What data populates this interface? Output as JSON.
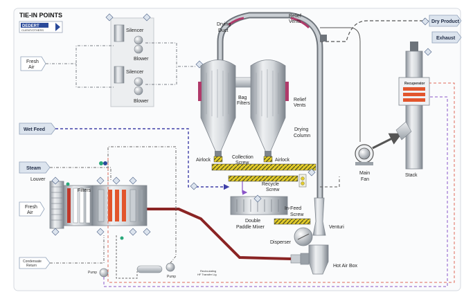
{
  "header": {
    "title": "TIE-IN POINTS",
    "logo_text": "DEDERT",
    "logo_sub": "CLIENT/OTHERS"
  },
  "labels": {
    "dry_product": "Dry Product",
    "exhaust": "Exhaust",
    "fresh_air_top": [
      "Fresh",
      "Air"
    ],
    "fresh_air_bottom": [
      "Fresh",
      "Air"
    ],
    "silencer_1": "Silencer",
    "silencer_2": "Silencer",
    "blower_1": "Blower",
    "blower_2": "Blower",
    "drying_duct": [
      "Drying",
      "Duct"
    ],
    "relief_vents_top": [
      "Relief",
      "Vents"
    ],
    "relief_vents_side": [
      "Relief",
      "Vents"
    ],
    "bag_filters": [
      "Bag",
      "Filters"
    ],
    "drying_column": [
      "Drying",
      "Column"
    ],
    "wet_feed": "Wet Feed",
    "steam": "Steam",
    "louver": "Louver",
    "filters": "Filters",
    "airlock_left": "Airlock",
    "airlock_right": "Airlock",
    "collection_screw": [
      "Collection",
      "Screw"
    ],
    "recycle_screw": [
      "Recycle",
      "Screw"
    ],
    "in_feed_screw": [
      "In-Feed",
      "Screw"
    ],
    "double_paddle_mixer": [
      "Double",
      "Paddle Mixer"
    ],
    "disperser": "Disperser",
    "venturi": "Venturi",
    "hot_air_box": "Hot Air Box",
    "main_fan": [
      "Main",
      "Fan"
    ],
    "stack": "Stack",
    "recuperator": "Recuperator",
    "condensate_return": [
      "Condensate",
      "Return"
    ],
    "pump_left": "Pump",
    "pump_right": "Pump",
    "recirculating": [
      "Recirculating",
      "HF Transfer Lig"
    ]
  },
  "colors": {
    "tag_fill": "#dce4ee",
    "tag_stroke": "#8ea0b8",
    "tag_text": "#1e2a44",
    "steel_light": "#e9ecef",
    "steel_mid": "#b9bec4",
    "steel_dark": "#7d848c",
    "hot_duct": "#8a2424",
    "wet_feed_line": "#3f3fa8",
    "recycle_line": "#8a55c8",
    "thermal_line": "#e06a5a",
    "process_line": "#6a6a6a",
    "screw_yellow": "#e4cc2a",
    "heater_orange": "#e2552c",
    "relief_vent": "#b03a6a",
    "valve_green": "#2aa87a"
  }
}
